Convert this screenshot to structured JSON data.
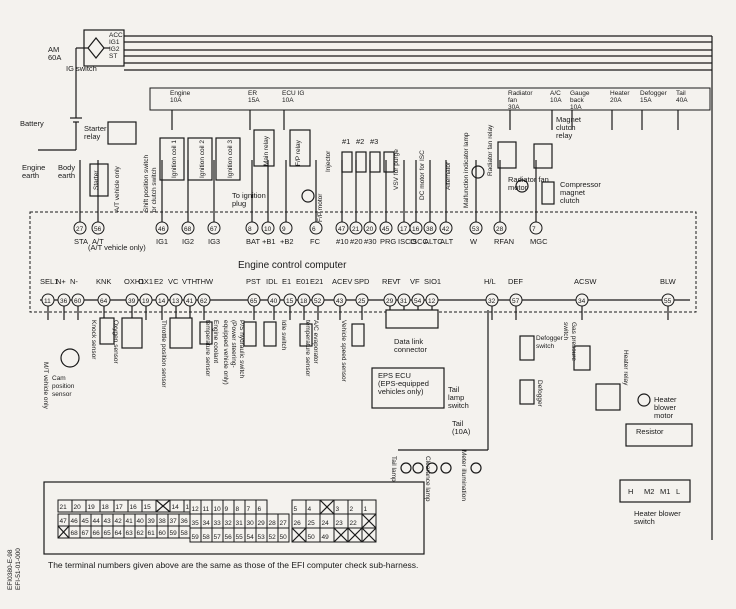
{
  "power": {
    "switch_terms": [
      "ACC",
      "IG1",
      "IG2",
      "ST"
    ],
    "am_fuse": "AM\n60A",
    "ig_switch": "IG switch",
    "battery": "Battery",
    "engine_earth": "Engine\nearth",
    "body_earth": "Body\nearth"
  },
  "fuses": [
    "Engine\n10A",
    "ER\n15A",
    "ECU IG\n10A",
    "Radiator\nfan\n30A",
    "A/C\n10A",
    "Gauge\nback\n10A",
    "Heater\n20A",
    "Defogger\n15A",
    "Tail\n40A"
  ],
  "components": {
    "starter_relay": "Starter\nrelay",
    "starter": "Starter",
    "at_only": "A/T vehicle only",
    "shift_switch": "Shift position switch\nor clutch switch",
    "ignition_coils": [
      "Ignition coil 1",
      "Ignition coil 2",
      "Ignition coil 3"
    ],
    "to_plug": "To ignition\nplug",
    "main_relay": "Main relay",
    "fp_relay": "F/P relay",
    "fp_motor": "F/P motor",
    "injector": "Injector",
    "inj_nums": [
      "#1",
      "#2",
      "#3"
    ],
    "vsv": "VSV for purge",
    "dc_motor": "DC motor for ISC",
    "alternator": "Alternator",
    "malfunction": "Malfunction indicator lamp",
    "rad_fan_relay": "Radiator fan relay",
    "rad_fan_motor": "Radiator fan\nmotor",
    "magnet_relay": "Magnet\nclutch\nrelay",
    "compressor": "Compressor\nmagnet\nclutch"
  },
  "ecu_top_pins": [
    {
      "num": "27",
      "label": "STA"
    },
    {
      "num": "56",
      "label": "A/T"
    },
    {
      "num": "46",
      "label": "IG1"
    },
    {
      "num": "68",
      "label": "IG2"
    },
    {
      "num": "67",
      "label": "IG3"
    },
    {
      "num": "8",
      "label": "BAT"
    },
    {
      "num": "10",
      "label": "+B1"
    },
    {
      "num": "9",
      "label": "+B2"
    },
    {
      "num": "6",
      "label": "FC"
    },
    {
      "num": "47",
      "label": "#10"
    },
    {
      "num": "21",
      "label": "#20"
    },
    {
      "num": "20",
      "label": "#30"
    },
    {
      "num": "45",
      "label": "PRG"
    },
    {
      "num": "17",
      "label": "ISCO"
    },
    {
      "num": "16",
      "label": "ISCC"
    },
    {
      "num": "38",
      "label": "ALTC"
    },
    {
      "num": "42",
      "label": "ALT"
    },
    {
      "num": "53",
      "label": "W"
    },
    {
      "num": "28",
      "label": "RFAN"
    },
    {
      "num": "7",
      "label": "MGC"
    }
  ],
  "at_note": "(A/T vehicle only)",
  "ecu_title": "Engine control computer",
  "ecu_bottom_pins": [
    {
      "num": "11",
      "label": "SEL1"
    },
    {
      "num": "36",
      "label": "N+"
    },
    {
      "num": "60",
      "label": "N-"
    },
    {
      "num": "64",
      "label": "KNK"
    },
    {
      "num": "39",
      "label": "OXH1"
    },
    {
      "num": "19",
      "label": "OX1"
    },
    {
      "num": "14",
      "label": "E2"
    },
    {
      "num": "13",
      "label": "VC"
    },
    {
      "num": "41",
      "label": "VTH"
    },
    {
      "num": "62",
      "label": "THW"
    },
    {
      "num": "65",
      "label": "PST"
    },
    {
      "num": "40",
      "label": "IDL"
    },
    {
      "num": "15",
      "label": "E1"
    },
    {
      "num": "18",
      "label": "E01"
    },
    {
      "num": "52",
      "label": "E21"
    },
    {
      "num": "43",
      "label": "ACEV"
    },
    {
      "num": "25",
      "label": "SPD"
    },
    {
      "num": "29",
      "label": "REV"
    },
    {
      "num": "31",
      "label": "T"
    },
    {
      "num": "54",
      "label": "VF"
    },
    {
      "num": "12",
      "label": "SIO1"
    },
    {
      "num": "32",
      "label": "H/L"
    },
    {
      "num": "57",
      "label": "DEF"
    },
    {
      "num": "34",
      "label": "ACSW"
    },
    {
      "num": "55",
      "label": "BLW"
    }
  ],
  "sensors": {
    "mt_only": "M/T vehicle only",
    "cam": "Cam\nposition\nsensor",
    "knock": "Knock sensor",
    "oxygen": "Oxygen sensor",
    "throttle": "Throttle position sensor",
    "coolant": "Engine coolant\ntemperature sensor",
    "ps_switch": "P/S hydraulic switch\n(Power steering-\nequipped vehicle only)",
    "idle": "Idle switch",
    "ac_evap": "A/C evaporator\ntemperature sensor",
    "speed": "Vehicle speed sensor",
    "dlc": "Data link\nconnector",
    "eps": "EPS ECU\n(EPS-equipped\nvehicles only)",
    "tail_switch": "Tail\nlamp\nswitch",
    "tail_fuse": "Tail\n(10A)",
    "tail_lamp": "Tail lamp",
    "clearance": "Clearance lamp",
    "meter": "Meter illumination",
    "defogger_switch": "Defogger\nswitch",
    "defogger": "Defogger",
    "gas_pressure": "Gas pressure\nswitch",
    "heater_relay": "Heater relay",
    "blower_motor": "Heater\nblower\nmotor",
    "resistor": "Resistor",
    "blower_switch": "Heater blower\nswitch",
    "blower_pos": [
      "H",
      "M2",
      "M1",
      "L"
    ]
  },
  "connector": {
    "c1_row1": [
      "21",
      "20",
      "19",
      "18",
      "17",
      "16",
      "15",
      "",
      "14",
      "13"
    ],
    "c1_row2": [
      "47",
      "46",
      "45",
      "44",
      "43",
      "42",
      "41",
      "40",
      "39",
      "38",
      "37",
      "36"
    ],
    "c1_row3": [
      "",
      "68",
      "67",
      "66",
      "65",
      "64",
      "63",
      "62",
      "61",
      "60",
      "59",
      "58"
    ],
    "c2_row1": [
      "12",
      "11",
      "10",
      "9",
      "8",
      "7",
      "6"
    ],
    "c2_row2": [
      "35",
      "34",
      "33",
      "32",
      "31",
      "30",
      "29",
      "28",
      "27"
    ],
    "c2_row3": [
      "59",
      "58",
      "57",
      "56",
      "55",
      "54",
      "53",
      "52",
      "50"
    ],
    "c3_row1": [
      "5",
      "4",
      "",
      "3",
      "2",
      "1"
    ],
    "c3_row2": [
      "26",
      "25",
      "24",
      "23",
      "22",
      ""
    ],
    "c3_row3": [
      "",
      "50",
      "49",
      "",
      "",
      ""
    ]
  },
  "footnote": "The terminal numbers given above are the same as those of the EFI computer check sub-harness.",
  "side_code": "EFI0380-E-98\nEFI-51-01-000"
}
